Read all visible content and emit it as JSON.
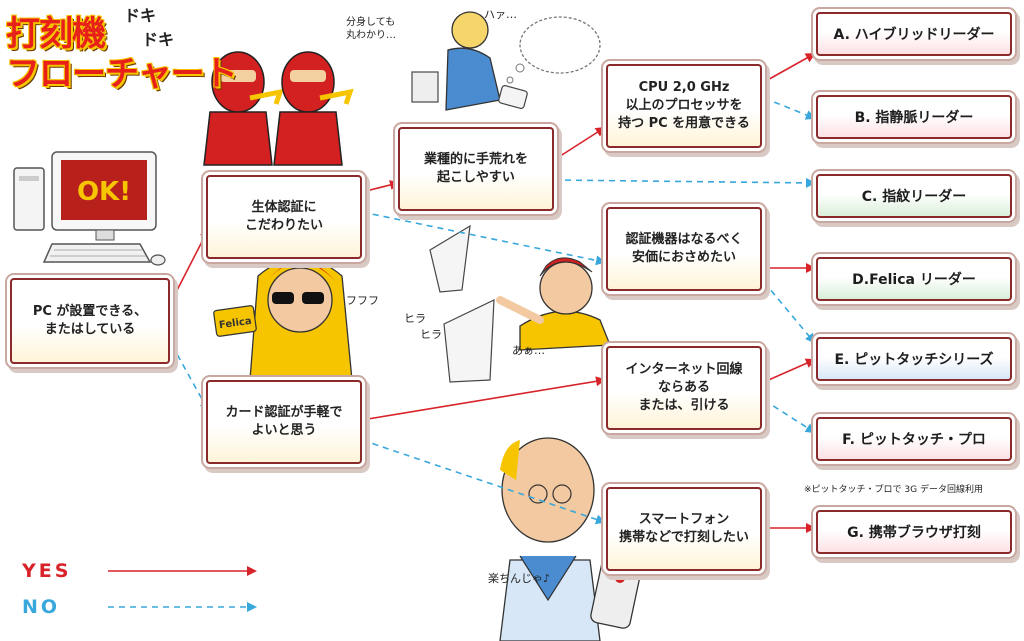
{
  "title": {
    "line1": "打刻機",
    "line2": "フローチャート",
    "sfx_doki1": "ドキ",
    "sfx_doki2": "ドキ"
  },
  "nodes": {
    "pc": "PC が設置できる、\nまたはしている",
    "bio": "生体認証に\nこだわりたい",
    "card": "カード認証が手軽で\nよいと思う",
    "rough": "業種的に手荒れを\n起こしやすい",
    "cpu": "CPU 2,0 GHz\n以上のプロセッサを\n持つ PC を用意できる",
    "cheap": "認証機器はなるべく\n安価におさめたい",
    "net": "インターネット回線\nならある\nまたは、引ける",
    "smart": "スマートフォン\n携帯などで打刻したい"
  },
  "results": {
    "a": "A. ハイブリッドリーダー",
    "b": "B. 指静脈リーダー",
    "c": "C. 指紋リーダー",
    "d": "D.Felica リーダー",
    "e": "E. ピットタッチシリーズ",
    "f": "F. ピットタッチ・プロ",
    "g": "G. 携帯ブラウザ打刻"
  },
  "note": "※ピットタッチ・プロで 3G データ回線利用",
  "legend": {
    "yes": "YES",
    "no": "NO"
  },
  "illustrations": {
    "ok_screen": "OK!",
    "ninja_caption": "分身しても\n丸わかり…",
    "ha_caption": "ハァ…",
    "felica_card": "Felica",
    "fufufu": "フフフ",
    "hira1": "ヒラ",
    "hira2": "ヒラ",
    "aa": "あぁ…",
    "raku": "楽ちんじゃ♪"
  },
  "colors": {
    "yes": "#d9232a",
    "no": "#38a8dc",
    "node_border": "#8a2a2a",
    "title": "#e8201a",
    "title_outline": "#f6c500"
  }
}
